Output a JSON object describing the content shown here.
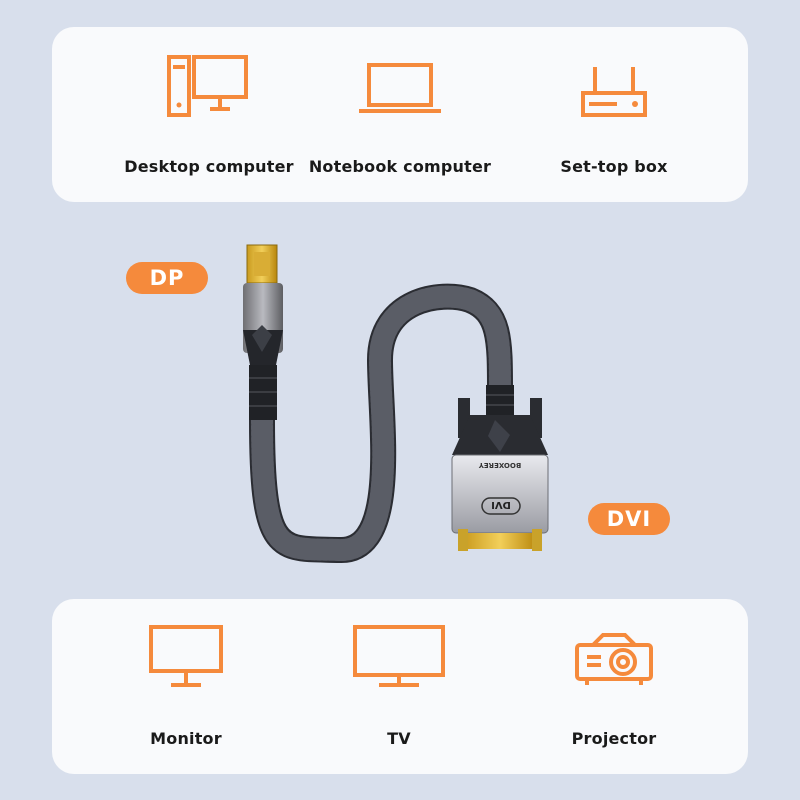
{
  "colors": {
    "background": "#d8dfec",
    "card": "#f9fafc",
    "accent": "#f58a3c",
    "text": "#1a1a1a"
  },
  "source_devices": [
    {
      "label": "Desktop computer",
      "icon": "desktop-computer-icon"
    },
    {
      "label": "Notebook computer",
      "icon": "laptop-icon"
    },
    {
      "label": "Set-top box",
      "icon": "router-icon"
    }
  ],
  "connectors": {
    "input": "DP",
    "output": "DVI",
    "plug_label": "DVI",
    "brand_text": "BOOXEREY"
  },
  "display_devices": [
    {
      "label": "Monitor",
      "icon": "monitor-icon"
    },
    {
      "label": "TV",
      "icon": "tv-icon"
    },
    {
      "label": "Projector",
      "icon": "projector-icon"
    }
  ]
}
